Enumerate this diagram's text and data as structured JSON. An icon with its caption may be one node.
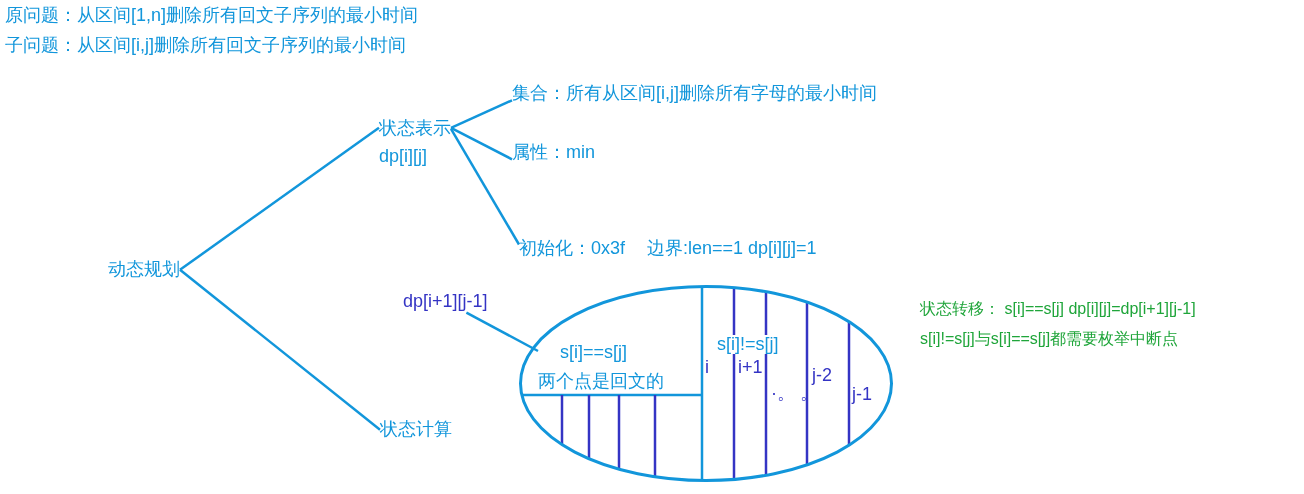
{
  "diagram": {
    "nodes": [
      {
        "text": [
          "动态规划"
        ]
      },
      {
        "text": [
          "状态表示",
          "dp[i][j]"
        ]
      },
      {
        "text": [
          "集合：所有从区间[i,j]删除所有字母的最小时间"
        ]
      },
      {
        "text": [
          "属性：min"
        ]
      },
      {
        "text": [
          "初始化：0x3f",
          "边界:len==1 dp[i][j]=1"
        ]
      },
      {
        "text": [
          "状态计算"
        ]
      },
      {
        "text": [
          "dp[i+1][j-1]"
        ]
      },
      {
        "text": [],
        "shape": "ellipse"
      },
      {
        "text": [
          "s[i]==s[j]",
          "两个点是回文的"
        ],
        "in": 7
      },
      {
        "text": [
          "s[i]!=s[j]"
        ],
        "in": 7
      }
    ],
    "edges": [
      {
        "from": 0,
        "to": 1,
        "arrow": "none"
      },
      {
        "from": 0,
        "to": 5,
        "arrow": "none"
      },
      {
        "from": 1,
        "to": 2,
        "arrow": "none"
      },
      {
        "from": 1,
        "to": 3,
        "arrow": "none"
      },
      {
        "from": 1,
        "to": 4,
        "arrow": "none"
      },
      {
        "from": 6,
        "to": 8,
        "arrow": "none"
      }
    ],
    "labels": [
      "原问题：从区间[1,n]删除所有回文子序列的最小时间",
      "子问题：从区间[i,j]删除所有回文子序列的最小时间",
      "状态转移： s[i]==s[j] dp[i][j]=dp[i+1][j-1]",
      "s[i]!=s[j]与s[i]==s[j]都需要枚举中断点",
      "i",
      "i+1",
      "·。 。",
      "j-2",
      "j-1"
    ]
  }
}
